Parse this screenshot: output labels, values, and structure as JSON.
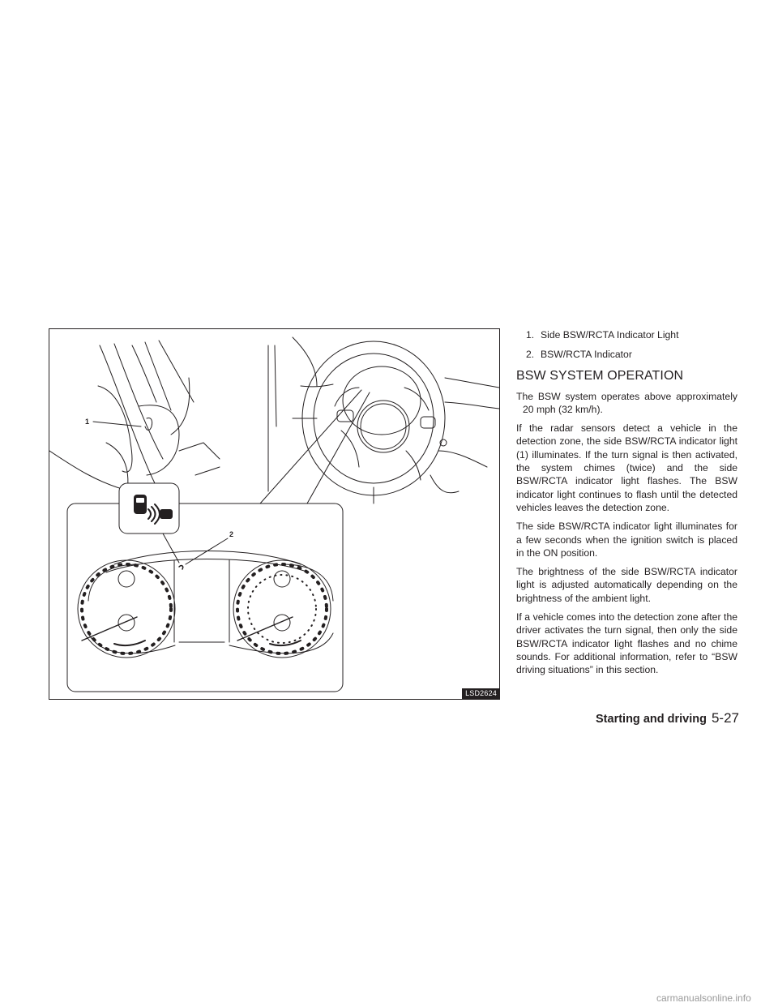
{
  "figure": {
    "code": "LSD2624",
    "callouts": [
      "1",
      "2"
    ]
  },
  "legend": [
    {
      "num": "1.",
      "label": "Side BSW/RCTA Indicator Light"
    },
    {
      "num": "2.",
      "label": "BSW/RCTA Indicator"
    }
  ],
  "section": {
    "heading": "BSW SYSTEM OPERATION",
    "paragraphs": [
      "The BSW system operates above approximately 20 mph (32 km/h).",
      "If the radar sensors detect a vehicle in the detection zone, the side BSW/RCTA indicator light (1) illuminates. If the turn signal is then activated, the system chimes (twice) and the side BSW/RCTA indicator light flashes. The BSW indicator light continues to flash until the detected vehicles leaves the detection zone.",
      "The side BSW/RCTA indicator light illuminates for a few seconds when the ignition switch is placed in the ON position.",
      "The brightness of the side BSW/RCTA indicator light is adjusted automatically depending on the brightness of the ambient light.",
      "If a vehicle comes into the detection zone after the driver activates the turn signal, then only the side BSW/RCTA indicator light flashes and no chime sounds. For additional information, refer to “BSW driving situations” in this section."
    ]
  },
  "footer": {
    "section_name": "Starting and driving",
    "page_number": "5-27"
  },
  "watermark": "carmanualsonline.info"
}
